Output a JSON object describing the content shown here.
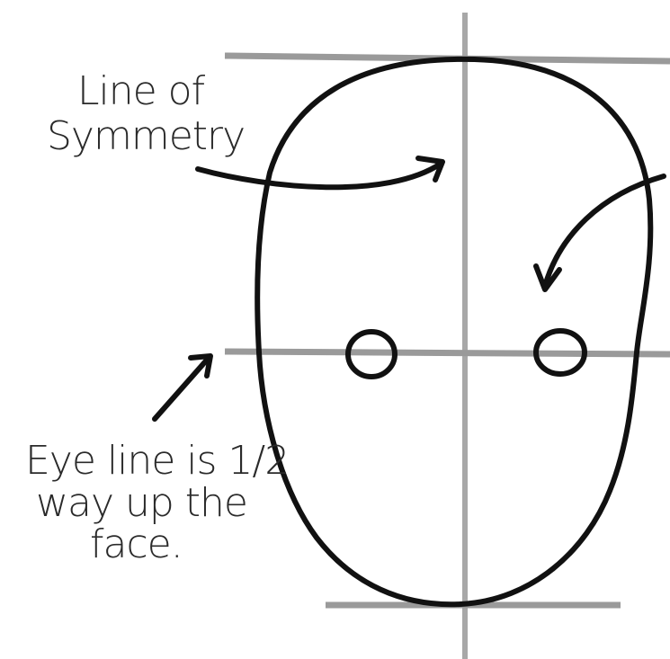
{
  "labels": {
    "symmetry_line1": "Line of",
    "symmetry_line2": "Symmetry",
    "eye_line1": "Eye line is 1/2",
    "eye_line2": "way up the",
    "eye_line3": "face."
  },
  "colors": {
    "ink": "#111111",
    "guide": "#9a9a9a",
    "background": "#ffffff"
  }
}
